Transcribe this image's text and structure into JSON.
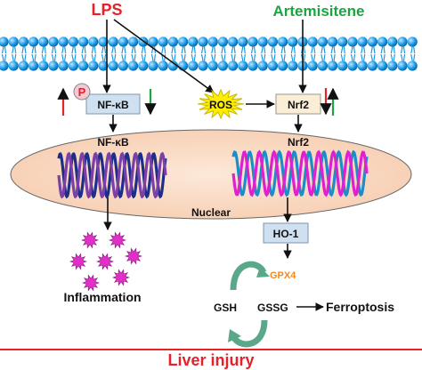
{
  "labels": {
    "lps": "LPS",
    "artemisitene": "Artemisitene",
    "p": "P",
    "nfkb": "NF-κB",
    "ros": "ROS",
    "nrf2": "Nrf2",
    "nfkb_nuclear": "NF-κB",
    "nrf2_nuclear": "Nrf2",
    "nuclear": "Nuclear",
    "ho1": "HO-1",
    "gpx4": "GPX4",
    "gsh": "GSH",
    "gssg": "GSSG",
    "ferroptosis": "Ferroptosis",
    "inflammation": "Inflammation",
    "liver_injury": "Liver injury"
  },
  "colors": {
    "lps": "#e8202a",
    "artemisitene": "#19a540",
    "membrane": "#1a9be8",
    "nucleus_fill": "#f9dcc6",
    "helix_left_a": "#7b3fa8",
    "helix_left_b": "#1b2e8a",
    "helix_right_a": "#e020d0",
    "helix_right_b": "#1b8ec8",
    "ros_burst": "#ffee00",
    "box_nfkb": "#cfe0f0",
    "box_nrf2": "#faeed6",
    "box_ho1": "#cfe0f0",
    "gpx4": "#f28a1a",
    "cycle_arrow": "#5aa88a",
    "inflammation_particles": "#e030c8",
    "liver_injury": "#e8202a",
    "up_arrow": "#e8202a",
    "down_arrow": "#19a540"
  }
}
